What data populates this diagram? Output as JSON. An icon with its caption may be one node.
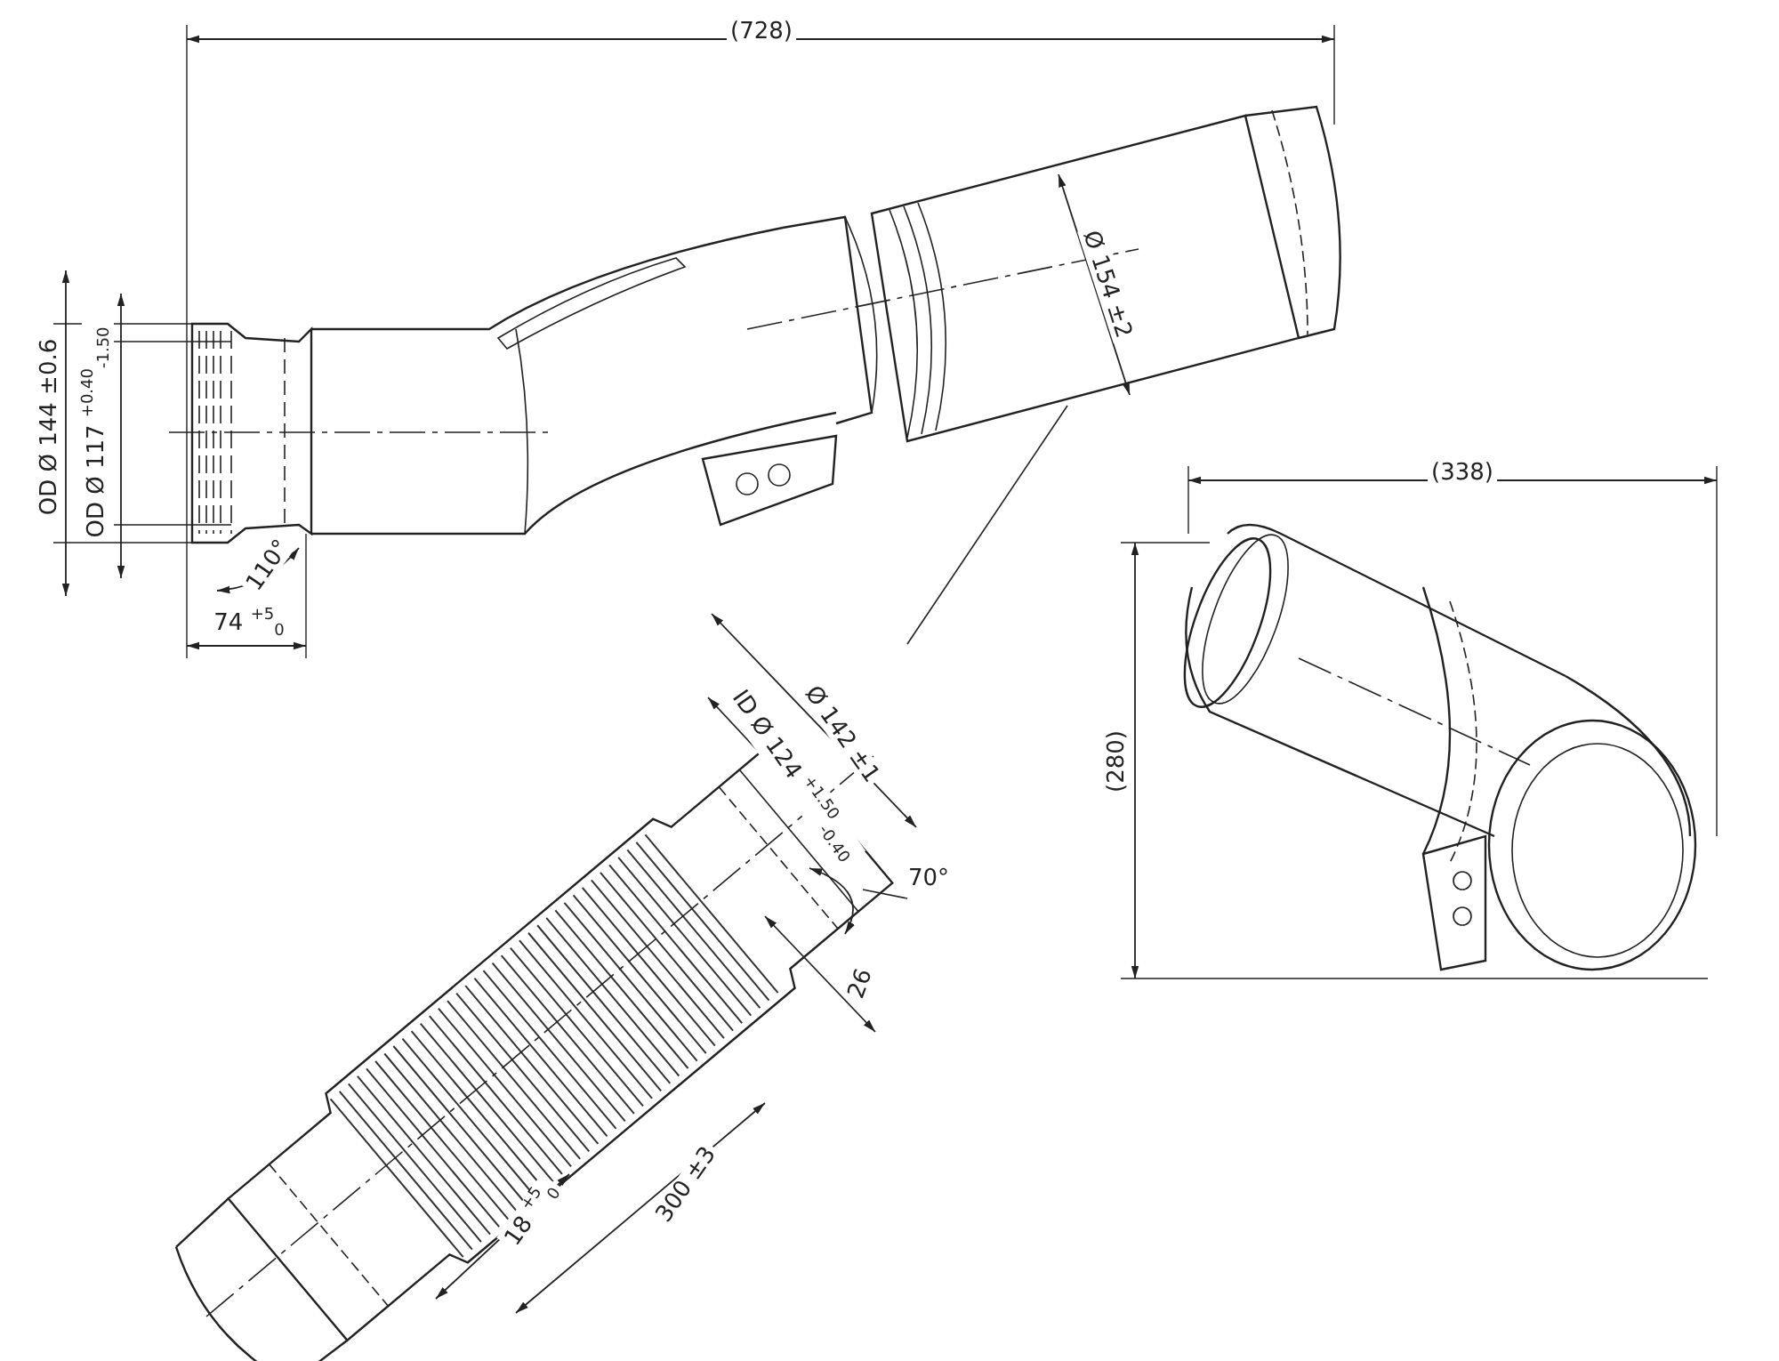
{
  "diagram": {
    "labels": [
      "(728)",
      "OD Ø 144 ±0.6",
      "OD Ø 117 $^{+0.40}$$_{-1.50}$",
      "110°",
      "74 $^{+5}$$_{0}$",
      "Ø 154 ±2",
      "(338)",
      "(280)",
      "Ø 142 ±1",
      "ID Ø 124 $^{+1.50}$$_{-0.40}$",
      "70°",
      "26",
      "18 $^{+5}$$_{0}$",
      "300 ±3"
    ]
  }
}
